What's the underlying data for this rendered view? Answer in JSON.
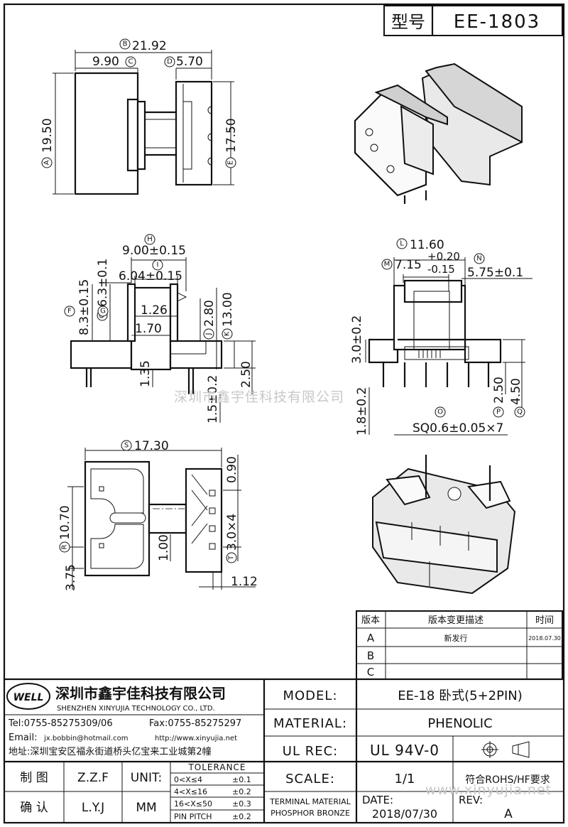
{
  "header": {
    "type_label": "型号",
    "model_code": "EE-1803"
  },
  "watermark": {
    "cn": "深圳市鑫宇佳科技有限公司",
    "url": "www.xinyujia.net"
  },
  "dimensions": {
    "B": "21.92",
    "C": "9.90",
    "D": "5.70",
    "A": "19.50",
    "E": "17.50",
    "H": "9.00±0.15",
    "I": "6.04±0.15",
    "G": "6.3±0.1",
    "F": "8.3±0.15",
    "w126": "1.26",
    "w170": "1.70",
    "J": "2.80",
    "K": "13.00",
    "d135": "1.35",
    "d250": "2.50",
    "d15": "1.5±0.2",
    "L": "11.60",
    "M_base": "7.15",
    "M_plus": "+0.20",
    "M_minus": "-0.15",
    "N": "5.75±0.1",
    "d30": "3.0±0.2",
    "d18": "1.8±0.2",
    "O": "SQ0.6±0.05×7",
    "P": "2.50",
    "Q": "4.50",
    "S": "17.30",
    "R": "10.70",
    "d375": "3.75",
    "d100": "1.00",
    "d090": "0.90",
    "T": "3.0×4",
    "d112": "1.12"
  },
  "circle_letters": [
    "A",
    "B",
    "C",
    "D",
    "E",
    "F",
    "G",
    "H",
    "I",
    "J",
    "K",
    "L",
    "M",
    "N",
    "O",
    "P",
    "Q",
    "R",
    "S",
    "T"
  ],
  "revision": {
    "headers": [
      "版本",
      "版本变更描述",
      "时间"
    ],
    "rows": [
      {
        "ver": "A",
        "desc": "新发行",
        "date": "2018.07.30"
      },
      {
        "ver": "B",
        "desc": "",
        "date": ""
      },
      {
        "ver": "C",
        "desc": "",
        "date": ""
      }
    ]
  },
  "company": {
    "logo": "WELL",
    "name_cn": "深圳市鑫宇佳科技有限公司",
    "name_en": "SHENZHEN XINYUJIA TECHNOLOGY CO., LTD.",
    "tel": "Tel:0755-85275309/06",
    "fax": "Fax:0755-85275297",
    "email_label": "Email:",
    "email": "jx.bobbin@hotmail.com",
    "web": "http://www.xinyujia.net",
    "address": "地址:深圳宝安区福永街道桥头亿宝来工业城第2幢"
  },
  "info": {
    "model_label": "MODEL:",
    "model_value": "EE-18 卧式(5+2PIN)",
    "material_label": "MATERIAL:",
    "material_value": "PHENOLIC",
    "ulrec_label": "UL REC:",
    "ulrec_value": "UL 94V-0",
    "scale_label": "SCALE:",
    "scale_value": "1/1",
    "rohs": "符合ROHS/HF要求",
    "terminal_1": "TERMINAL MATERIAL",
    "terminal_2": "PHOSPHOR BRONZE",
    "date_label": "DATE:",
    "date_value": "2018/07/30",
    "rev_label": "REV:",
    "rev_value": "A"
  },
  "signoff": {
    "draw_label": "制  图",
    "draw_value": "Z.Z.F",
    "confirm_label": "确  认",
    "confirm_value": "L.Y.J",
    "unit_label": "UNIT:",
    "unit_value": "MM"
  },
  "tolerance": {
    "title": "TOLERANCE",
    "rows": [
      {
        "range": "0<X≤4",
        "tol": "±0.1"
      },
      {
        "range": "4<X≤16",
        "tol": "±0.2"
      },
      {
        "range": "16<X≤50",
        "tol": "±0.3"
      },
      {
        "range": "PIN PITCH",
        "tol": "±0.2"
      }
    ]
  }
}
